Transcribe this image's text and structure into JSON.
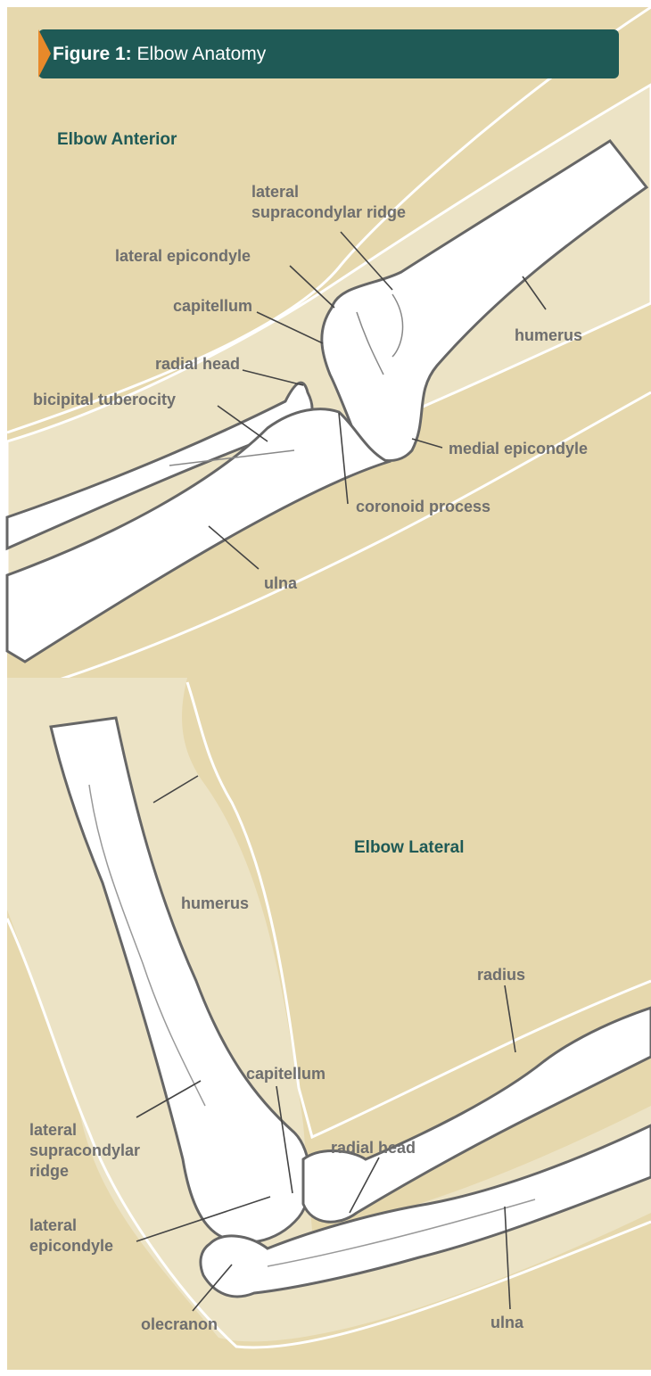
{
  "header": {
    "figure_prefix": "Figure 1:",
    "title": "Elbow Anatomy"
  },
  "anterior": {
    "title": "Elbow Anterior",
    "labels": {
      "lateral_supracondylar_ridge": "lateral\nsupracondylar ridge",
      "lateral_epicondyle": "lateral epicondyle",
      "capitellum": "capitellum",
      "humerus": "humerus",
      "radial_head": "radial head",
      "bicipital_tuberocity": "bicipital tuberocity",
      "medial_epicondyle": "medial epicondyle",
      "coronoid_process": "coronoid process",
      "ulna": "ulna"
    }
  },
  "lateral": {
    "title": "Elbow Lateral",
    "labels": {
      "humerus": "humerus",
      "radius": "radius",
      "capitellum": "capitellum",
      "radial_head": "radial head",
      "lateral_supracondylar_ridge": "lateral\nsupracondylar\nridge",
      "lateral_epicondyle": "lateral\nepicondyle",
      "olecranon": "olecranon",
      "ulna": "ulna"
    }
  },
  "colors": {
    "background": "#e6d8ad",
    "skin": "#ece3c5",
    "bone": "#ffffff",
    "outline": "#666666",
    "header": "#1f5a56",
    "accent": "#e8892a"
  }
}
